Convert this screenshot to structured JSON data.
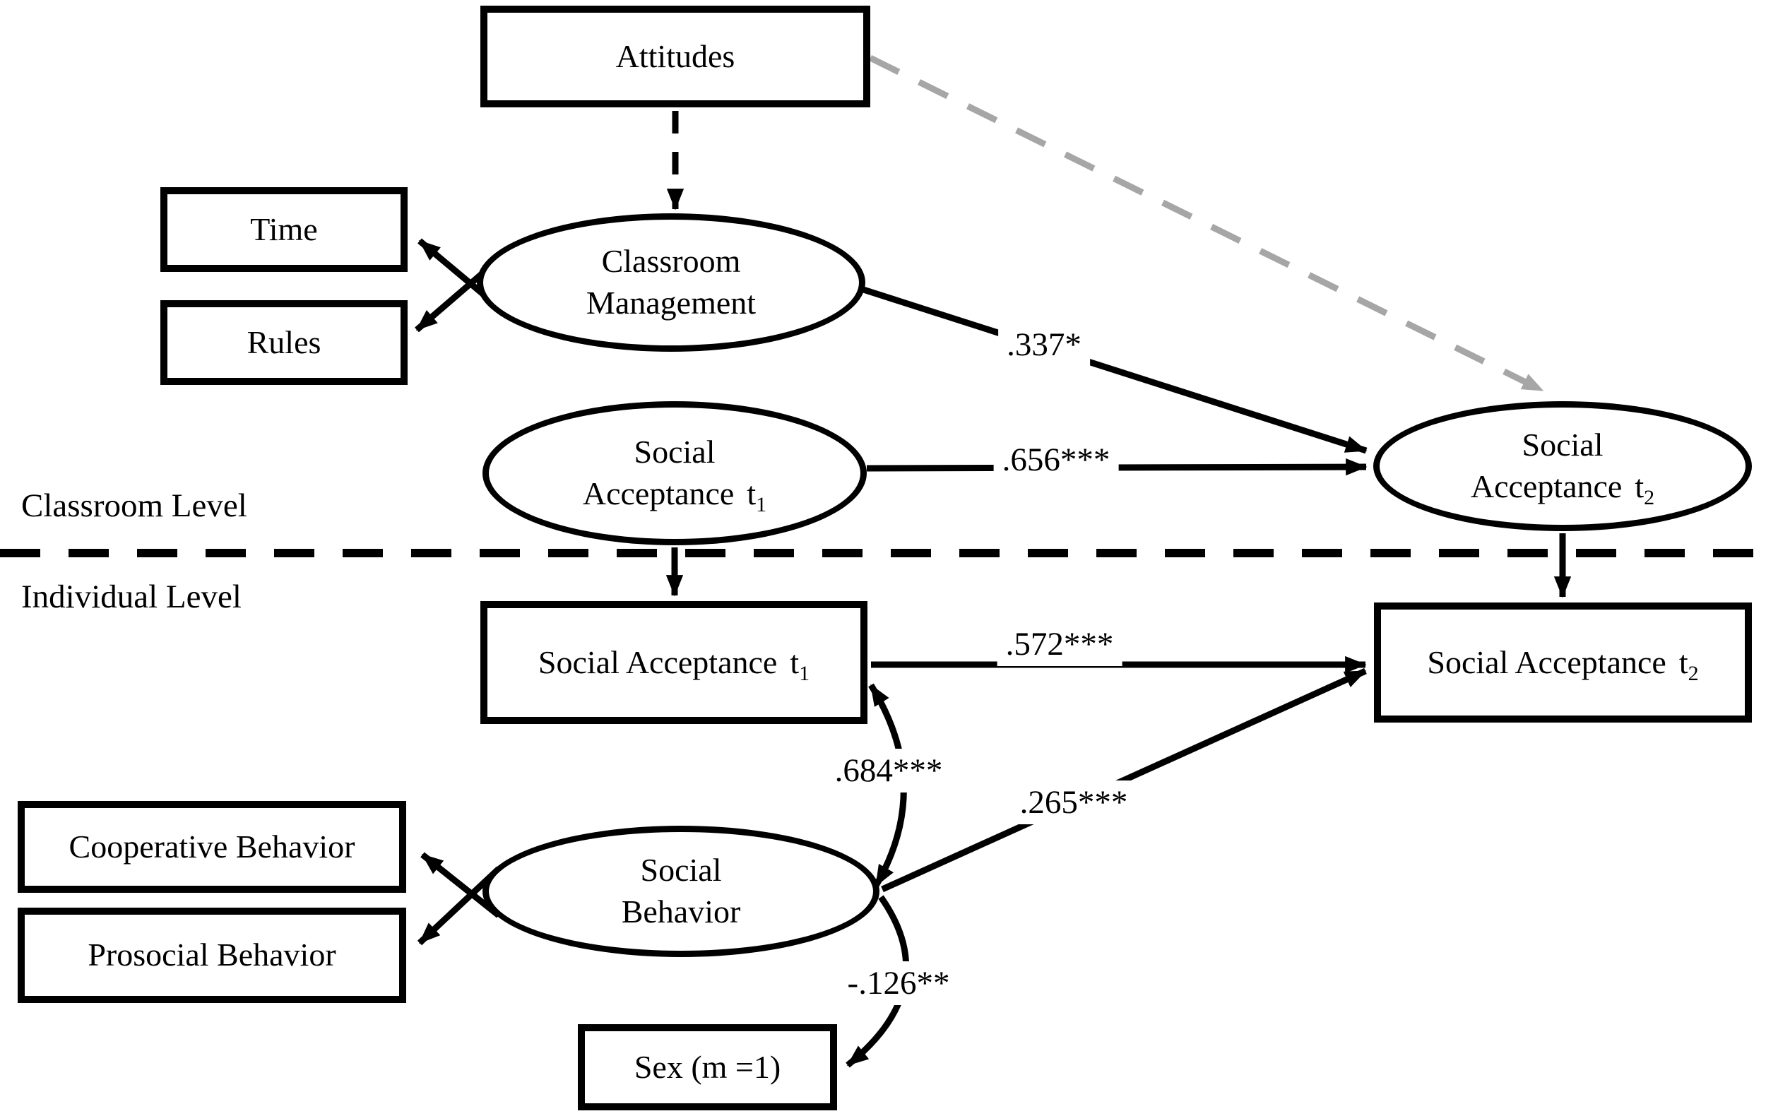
{
  "colors": {
    "ink": "#000000",
    "gray_dashed": "#a6a6a6",
    "background": "#ffffff"
  },
  "levels": {
    "classroom": "Classroom Level",
    "individual": "Individual Level"
  },
  "nodes": {
    "attitudes": {
      "label": "Attitudes"
    },
    "time": {
      "label": "Time"
    },
    "rules": {
      "label": "Rules"
    },
    "classroom_management": {
      "line1": "Classroom",
      "line2": "Management"
    },
    "social_acceptance_t1_latent": {
      "line1": "Social",
      "line2": "Acceptance",
      "t": "t",
      "sub": "1"
    },
    "social_acceptance_t2_latent": {
      "line1": "Social",
      "line2": "Acceptance",
      "t": "t",
      "sub": "2"
    },
    "social_acceptance_t1_observed": {
      "label": "Social Acceptance",
      "t": "t",
      "sub": "1"
    },
    "social_acceptance_t2_observed": {
      "label": "Social Acceptance",
      "t": "t",
      "sub": "2"
    },
    "social_behavior": {
      "line1": "Social",
      "line2": "Behavior"
    },
    "cooperative_behavior": {
      "label": "Cooperative Behavior"
    },
    "prosocial_behavior": {
      "label": "Prosocial Behavior"
    },
    "sex": {
      "label": "Sex (m =1)"
    }
  },
  "coefficients": {
    "cm_to_sa2": ".337*",
    "sa1_to_sa2_classroom": ".656***",
    "sa1_to_sa2_individual": ".572***",
    "sa1_with_social_behavior": ".684***",
    "social_behavior_to_sa2": ".265***",
    "sex_with_social_behavior": "-.126**"
  }
}
